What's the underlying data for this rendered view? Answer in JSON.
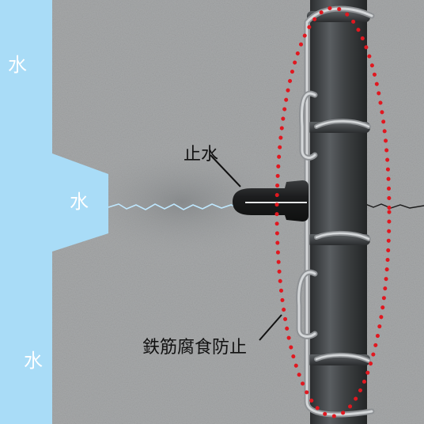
{
  "labels": {
    "water_top": "水",
    "water_mid": "水",
    "water_bottom": "水",
    "stop_water": "止水",
    "rebar_corrosion_prevention": "鉄筋腐食防止"
  },
  "colors": {
    "water": "#a9dcf7",
    "concrete": "#a7a9aa",
    "rebar": "#3f4244",
    "plug": "#1e1f20",
    "wire": "#b9bcbf",
    "highlight_dots": "#e01820",
    "crack": "#bfe8ff"
  },
  "icons": [
    "rebar",
    "binding-wire",
    "water-stop-plug",
    "crack",
    "highlight-ellipse"
  ]
}
